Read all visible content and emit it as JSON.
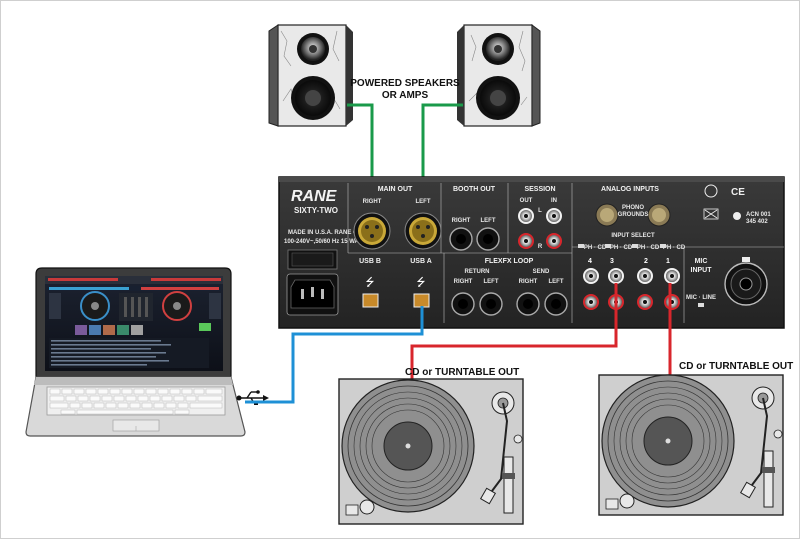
{
  "speakers": {
    "label_line1": "POWERED SPEAKERS",
    "label_line2": "OR AMPS"
  },
  "mixer": {
    "brand": "RANE",
    "model": "SIXTY-TWO",
    "made_in_line1": "MADE IN U.S.A.  RANE CORP.",
    "made_in_line2": "100-240V~,50/60 Hz 15 WATTS",
    "main_out": "MAIN OUT",
    "main_right": "RIGHT",
    "main_left": "LEFT",
    "booth_out": "BOOTH OUT",
    "booth_right": "RIGHT",
    "booth_left": "LEFT",
    "session": "SESSION",
    "session_out": "OUT",
    "session_in": "IN",
    "session_l": "L",
    "session_r": "R",
    "analog_inputs": "ANALOG INPUTS",
    "phono_grounds_1": "PHONO",
    "phono_grounds_2": "GROUNDS",
    "input_select": "INPUT SELECT",
    "ph_cd": "PH · CD",
    "ch4": "4",
    "ch3": "3",
    "ch2": "2",
    "ch1": "1",
    "mic_input_1": "MIC",
    "mic_input_2": "INPUT",
    "mic_line": "MIC · LINE",
    "usb_b": "USB B",
    "usb_a": "USB A",
    "flexfx_loop": "FLEXFX LOOP",
    "return": "RETURN",
    "send": "SEND",
    "ret_right": "RIGHT",
    "ret_left": "LEFT",
    "send_right": "RIGHT",
    "send_left": "LEFT",
    "cert1": "ACN 001",
    "cert2": "345 402"
  },
  "turntables": {
    "left_label": "CD or TURNTABLE OUT",
    "right_label": "CD or TURNTABLE OUT"
  },
  "colors": {
    "speaker_cable": "#1a9a4a",
    "usb_cable": "#1e90d6",
    "turntable_cable": "#d8262c",
    "mixer_panel": "#2b2b2b"
  },
  "icons": [
    "usb-icon",
    "speaker-icon",
    "turntable-icon",
    "laptop-icon",
    "xlr-connector-icon",
    "rca-connector-icon",
    "iec-power-connector-icon"
  ]
}
